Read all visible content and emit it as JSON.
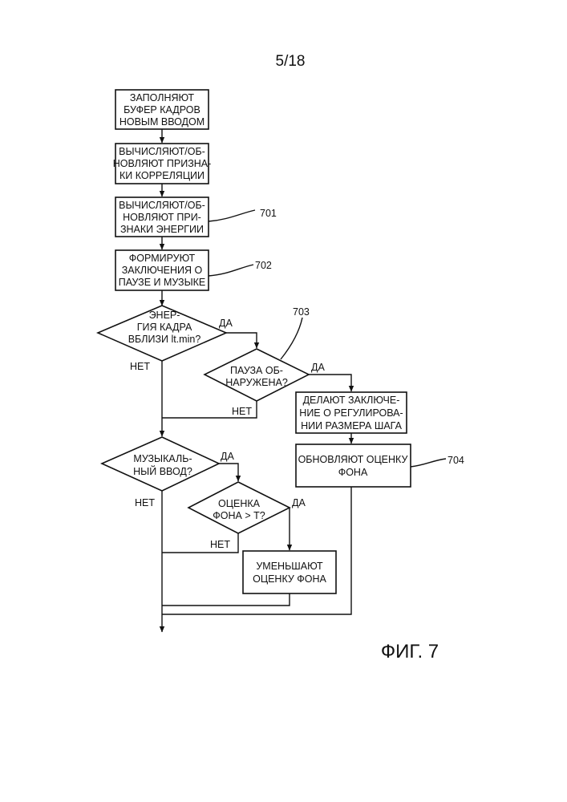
{
  "page_number": "5/18",
  "figure_label": "ФИГ. 7",
  "boxes": {
    "fill_buffer": [
      "ЗАПОЛНЯЮТ",
      "БУФЕР КАДРОВ",
      "НОВЫМ ВВОДОМ"
    ],
    "corr_features": [
      "ВЫЧИСЛЯЮТ/ОБ-",
      "НОВЛЯЮТ ПРИЗНА-",
      "КИ КОРРЕЛЯЦИИ"
    ],
    "energy_features": [
      "ВЫЧИСЛЯЮТ/ОБ-",
      "НОВЛЯЮТ ПРИ-",
      "ЗНАКИ ЭНЕРГИИ"
    ],
    "pause_music": [
      "ФОРМИРУЮТ",
      "ЗАКЛЮЧЕНИЯ О",
      "ПАУЗЕ И МУЗЫКЕ"
    ],
    "step_size": [
      "ДЕЛАЮТ ЗАКЛЮЧЕ-",
      "НИЕ О РЕГУЛИРОВА-",
      "НИИ РАЗМЕРА ШАГА"
    ],
    "update_bg": [
      "ОБНОВЛЯЮТ ОЦЕНКУ",
      "ФОНА"
    ],
    "decrease_bg": [
      "УМЕНЬШАЮТ",
      "ОЦЕНКУ ФОНА"
    ]
  },
  "decisions": {
    "energy_near_min": [
      "ЭНЕР-",
      "ГИЯ КАДРА",
      "ВБЛИЗИ lt.min?"
    ],
    "pause_detected": [
      "ПАУЗА ОБ-",
      "НАРУЖЕНА?"
    ],
    "music_input": [
      "МУЗЫКАЛЬ-",
      "НЫЙ ВВОД?"
    ],
    "bg_estimate_gt_t": [
      "ОЦЕНКА",
      "ФОНА > T?"
    ]
  },
  "branch_labels": {
    "yes": "ДА",
    "no": "НЕТ"
  },
  "reference_numerals": {
    "r701": "701",
    "r702": "702",
    "r703": "703",
    "r704": "704"
  }
}
